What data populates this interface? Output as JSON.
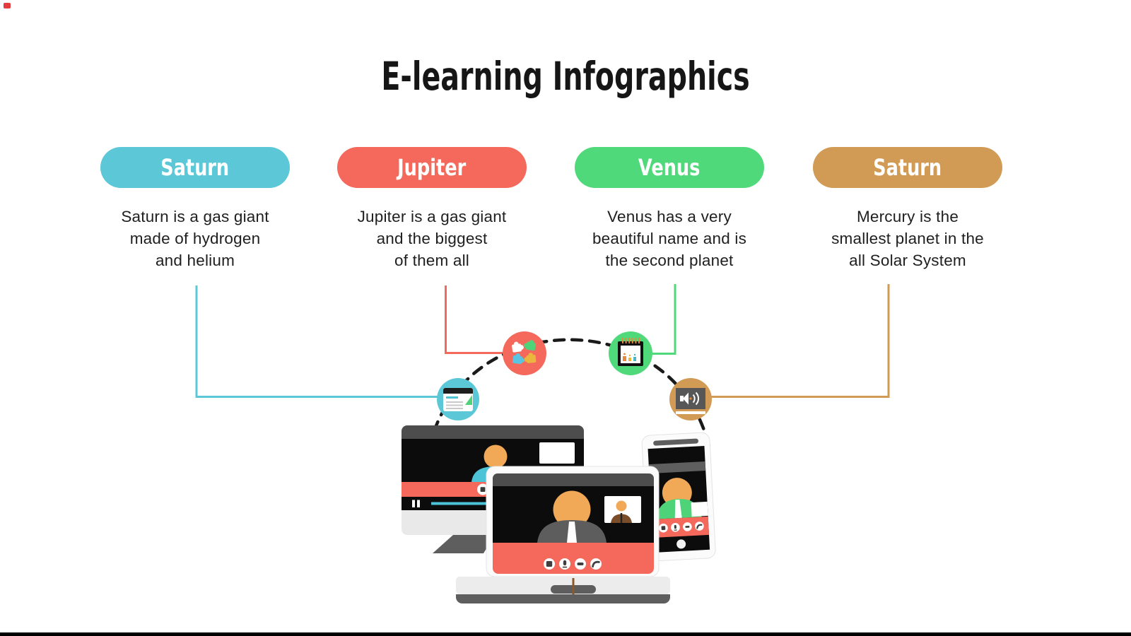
{
  "page": {
    "title": "E-learning Infographics"
  },
  "palette": {
    "teal": "#5cc8d7",
    "coral": "#f4695c",
    "green": "#50d97a",
    "tan": "#d19a55",
    "skin": "#f1a957",
    "device_dark": "#4d4d4d",
    "device_mid": "#5e5e5e",
    "screen_black": "#0c0c0c",
    "device_light": "#ececec",
    "arc_black": "#1a1a1a"
  },
  "columns": [
    {
      "label": "Saturn",
      "color": "#5cc8d7",
      "description": "Saturn is a gas giant\nmade of hydrogen\nand helium"
    },
    {
      "label": "Jupiter",
      "color": "#f4695c",
      "description": "Jupiter is a gas giant\nand the biggest\nof them all"
    },
    {
      "label": "Venus",
      "color": "#50d97a",
      "description": "Venus has a very\nbeautiful name and is\nthe second planet"
    },
    {
      "label": "Saturn",
      "color": "#d19a55",
      "description": "Mercury is the\nsmallest planet in the\nall Solar System"
    }
  ],
  "nodes": [
    {
      "icon": "webpage-icon",
      "color": "#5cc8d7"
    },
    {
      "icon": "puzzle-icon",
      "color": "#f4695c"
    },
    {
      "icon": "calendar-icon",
      "color": "#50d97a"
    },
    {
      "icon": "audio-video-icon",
      "color": "#d19a55"
    }
  ]
}
